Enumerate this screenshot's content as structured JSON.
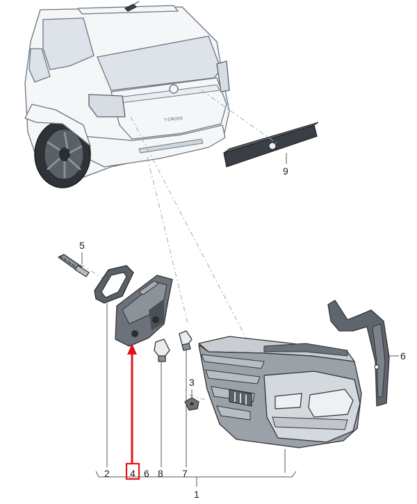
{
  "diagram": {
    "vehicle_badge": "T-CROSS",
    "callouts": {
      "p1": "1",
      "p2": "2",
      "p3": "3",
      "p4": "4",
      "p5": "5",
      "p6_bottom": "6",
      "p6_side": "6",
      "p7": "7",
      "p8": "8",
      "p9": "9"
    },
    "highlight": {
      "target": "4",
      "color": "#e0141e"
    },
    "colors": {
      "part_line": "#333333",
      "car_fill": "#f4f6f8",
      "glass_fill": "#dde3e8",
      "dash_line": "#9aaab8"
    }
  }
}
